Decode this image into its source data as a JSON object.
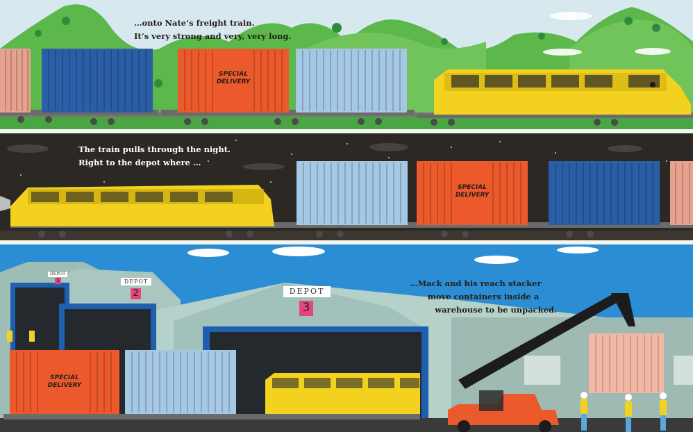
{
  "panels": [
    {
      "id": "daytime-scene",
      "text_lines": [
        "…onto Nate’s freight train.",
        "It’s very strong and very, very long."
      ],
      "containers": [
        {
          "label": "",
          "color": "#e6a28e"
        },
        {
          "label": "",
          "color": "#2a5fa8"
        },
        {
          "label": "SPECIAL DELIVERY",
          "label_lines": [
            "SPECIAL",
            "DELIVERY"
          ],
          "color": "#ec5a2c"
        },
        {
          "label": "",
          "color": "#a5c8e6"
        }
      ]
    },
    {
      "id": "night-scene",
      "text_lines": [
        "The train pulls through the night.",
        "Right to the depot where …"
      ],
      "containers": [
        {
          "label": "",
          "color": "#a5c8e6"
        },
        {
          "label": "SPECIAL DELIVERY",
          "label_lines": [
            "SPECIAL",
            "DELIVERY"
          ],
          "color": "#ec5a2c"
        },
        {
          "label": "",
          "color": "#2a5fa8"
        },
        {
          "label": "",
          "color": "#e6a28e"
        }
      ]
    },
    {
      "id": "depot-scene",
      "text_lines": [
        "…Mack and his reach stacker",
        "move containers inside a",
        "warehouse to be unpacked."
      ],
      "depots": [
        {
          "sign": "DEPOT",
          "number": "1"
        },
        {
          "sign": "DEPOT",
          "number": "2"
        },
        {
          "sign": "DEPOT",
          "number": "3"
        }
      ],
      "containers": [
        {
          "label": "SPECIAL DELIVERY",
          "label_lines": [
            "SPECIAL",
            "DELIVERY"
          ],
          "color": "#ec5a2c"
        },
        {
          "label": "",
          "color": "#a5c8e6"
        },
        {
          "label": "",
          "color": "#f2b8a6"
        }
      ]
    }
  ],
  "colors": {
    "locomotive": "#f2d21f",
    "hills": "#5cb84a",
    "night_sky": "#2c2824",
    "day_sky": "#2b8ed4",
    "warehouse": "#a9c7c0"
  }
}
